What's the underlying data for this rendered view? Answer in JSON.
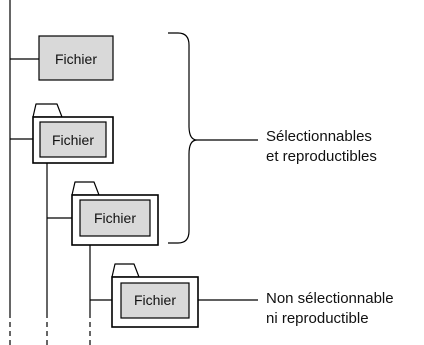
{
  "files": [
    {
      "label": "Fichier",
      "in_folder": false
    },
    {
      "label": "Fichier",
      "in_folder": true
    },
    {
      "label": "Fichier",
      "in_folder": true
    },
    {
      "label": "Fichier",
      "in_folder": true
    }
  ],
  "annotations": {
    "selectable": {
      "line1": "Sélectionnables",
      "line2": "et reproductibles"
    },
    "not_selectable": {
      "line1": "Non sélectionnable",
      "line2": "ni reproductible"
    }
  },
  "colors": {
    "file_fill": "#d9d9d9",
    "stroke": "#000000",
    "background": "#ffffff"
  }
}
